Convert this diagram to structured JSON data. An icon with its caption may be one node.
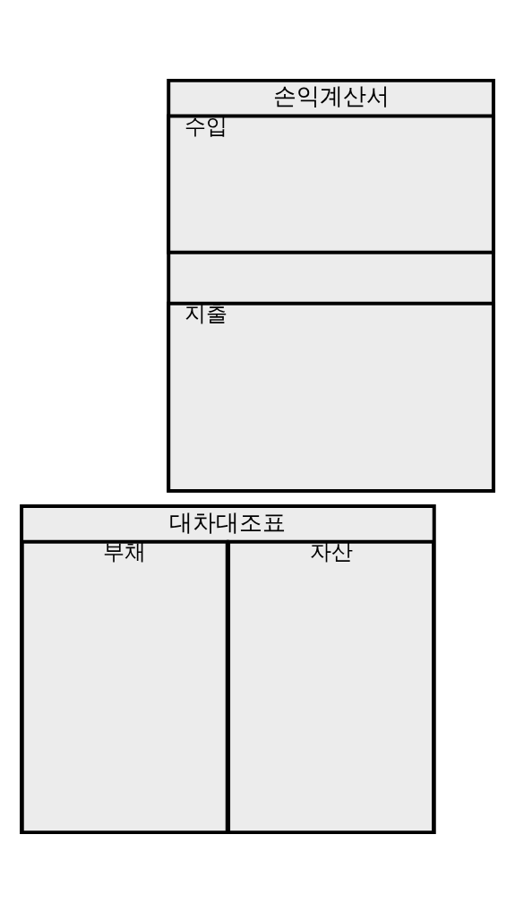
{
  "diagram": {
    "nodes": [
      {
        "text": [
          "손익계산서"
        ]
      },
      {
        "text": [
          "수입"
        ],
        "in": 0
      },
      {
        "text": [
          "지출"
        ],
        "in": 0
      },
      {
        "text": [
          "대차대조표"
        ]
      },
      {
        "text": [
          "자산"
        ],
        "in": 3
      },
      {
        "text": [
          "부채"
        ],
        "in": 3
      }
    ]
  }
}
